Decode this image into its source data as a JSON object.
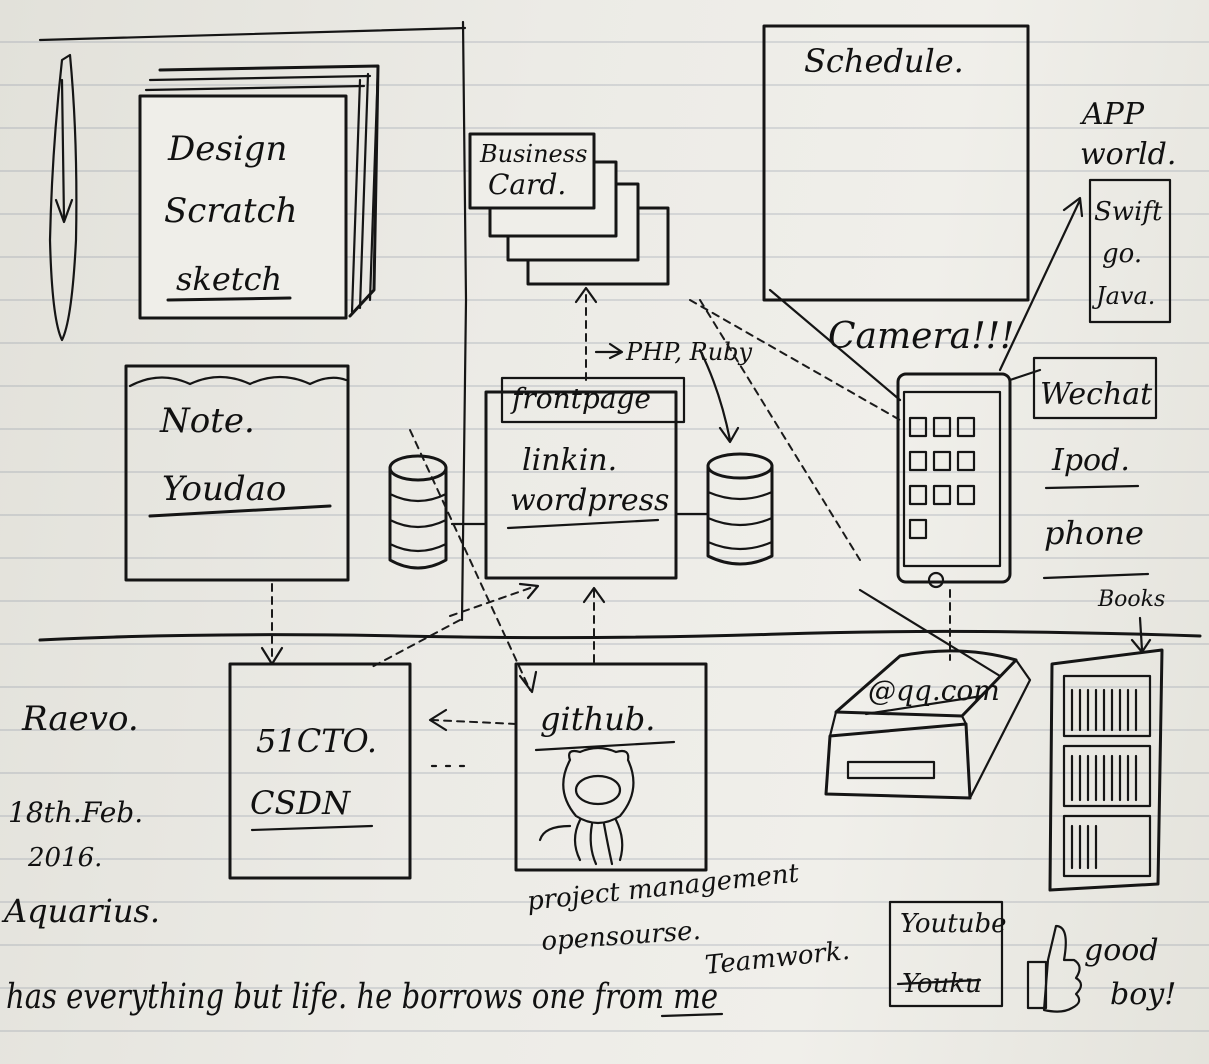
{
  "design_box": {
    "lines": [
      "Design",
      "Scratch",
      "sketch"
    ]
  },
  "note_box": {
    "lines": [
      "Note.",
      "Youdao"
    ]
  },
  "business_card": {
    "lines": [
      "Business",
      "Card."
    ]
  },
  "schedule": {
    "label": "Schedule."
  },
  "app_world": {
    "title_lines": [
      "APP",
      "world."
    ],
    "items": [
      "Swift",
      "go.",
      "Java."
    ]
  },
  "camera": {
    "label": "Camera!!!"
  },
  "devices": {
    "items": [
      "Wechat",
      "Ipod.",
      "phone"
    ]
  },
  "books": {
    "label": "Books"
  },
  "languages": {
    "label": "PHP, Ruby"
  },
  "frontpage_box": {
    "header": "frontpage",
    "lines": [
      "linkin.",
      "wordpress"
    ]
  },
  "csdn_box": {
    "lines": [
      "51CTO.",
      "CSDN"
    ]
  },
  "github_box": {
    "label": "github."
  },
  "email": {
    "label": "@qq.com"
  },
  "project_notes": {
    "lines": [
      "project management",
      "opensourse."
    ],
    "teamwork": "Teamwork."
  },
  "video_box": {
    "lines": [
      "Youtube",
      "Youku"
    ]
  },
  "good_boy": {
    "lines": [
      "good",
      "boy!"
    ]
  },
  "signature": {
    "name": "Raevo.",
    "date_line1": "18th.Feb.",
    "date_line2": "2016.",
    "sign": "Aquarius."
  },
  "motto": {
    "text": "has everything but life. he borrows one from me"
  }
}
